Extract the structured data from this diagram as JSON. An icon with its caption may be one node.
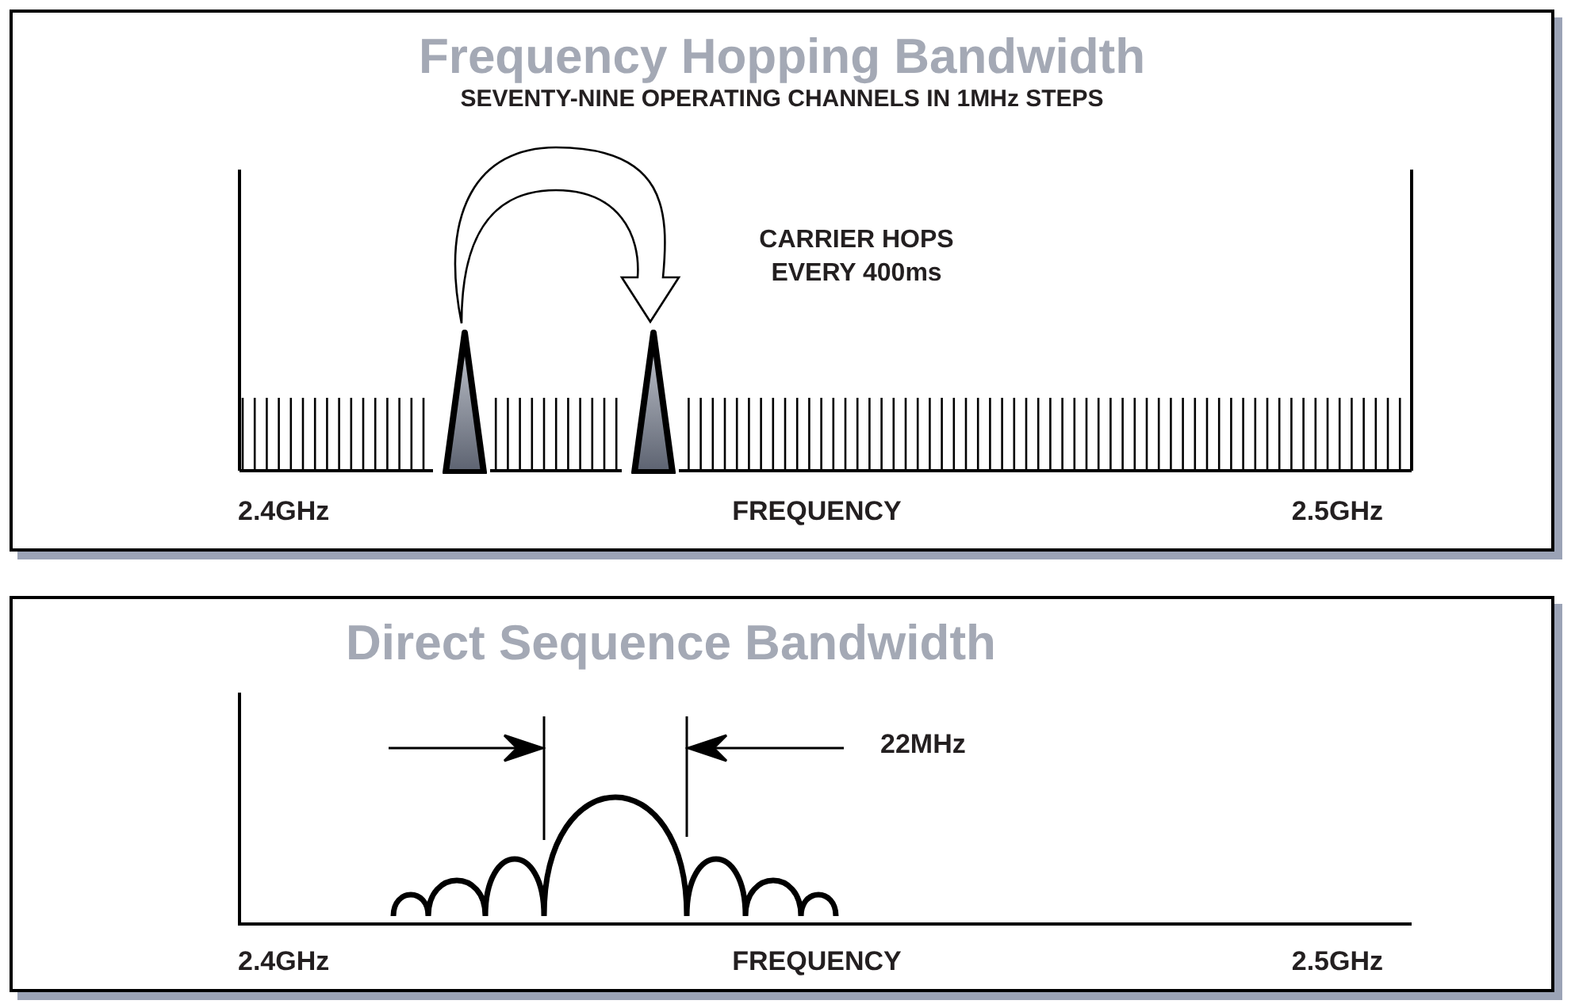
{
  "diagram": {
    "nodes": [
      {
        "text": [
          "Frequency Hopping Bandwidth",
          "SEVENTY-NINE OPERATING CHANNELS IN 1MHz STEPS"
        ]
      },
      {
        "text": [],
        "shape": "triangle",
        "in": 0
      },
      {
        "text": [],
        "shape": "triangle",
        "in": 0
      },
      {
        "text": [
          "Direct Sequence Bandwidth"
        ]
      }
    ],
    "edges": [
      {
        "from": 1,
        "to": 2,
        "arrow": "to"
      }
    ],
    "labels": [
      "CARRIER HOPS EVERY 400ms",
      "2.4GHz",
      "FREQUENCY",
      "2.5GHz",
      "22MHz",
      "2.4GHz",
      "FREQUENCY",
      "2.5GHz"
    ]
  }
}
